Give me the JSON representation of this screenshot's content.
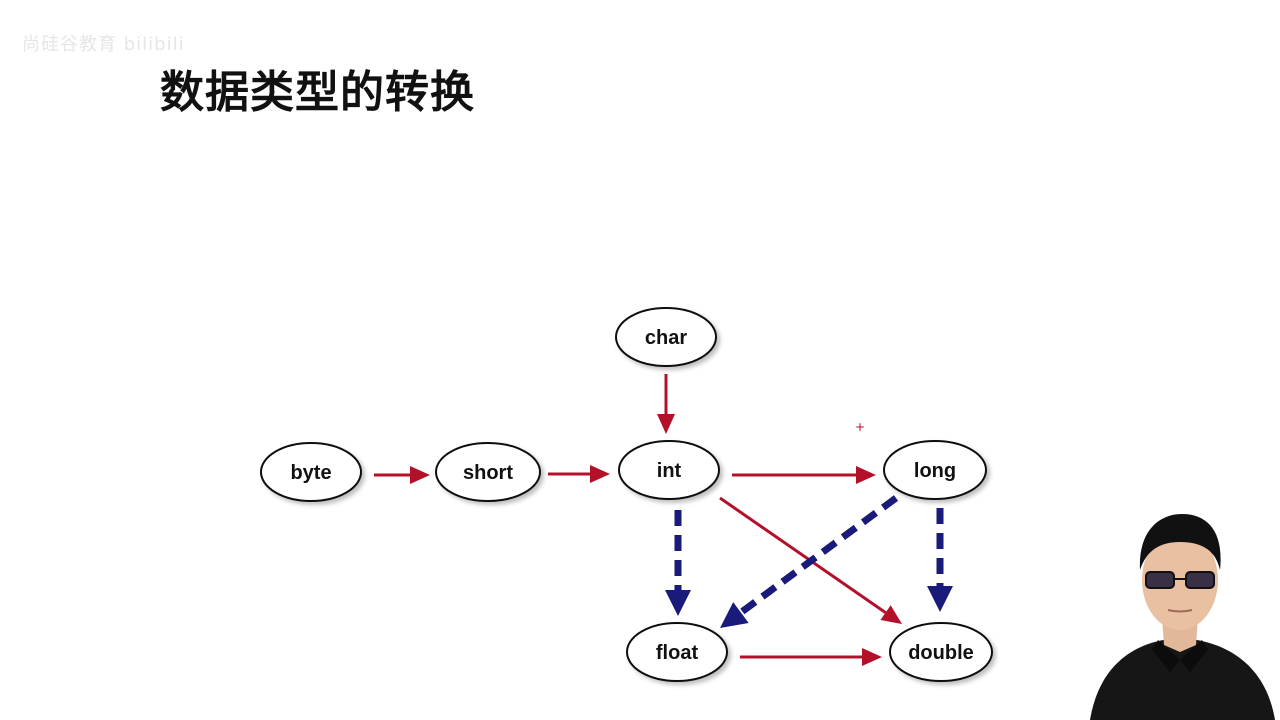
{
  "watermark": "尚硅谷教育 bilibili",
  "title": "数据类型的转换",
  "colors": {
    "node_stroke": "#111111",
    "solid_arrow": "#b3102a",
    "dashed_arrow": "#1a1a7a"
  },
  "nodes": [
    {
      "id": "char",
      "label": "char"
    },
    {
      "id": "byte",
      "label": "byte"
    },
    {
      "id": "short",
      "label": "short"
    },
    {
      "id": "int",
      "label": "int"
    },
    {
      "id": "long",
      "label": "long"
    },
    {
      "id": "float",
      "label": "float"
    },
    {
      "id": "double",
      "label": "double"
    }
  ],
  "edges": [
    {
      "from": "byte",
      "to": "short",
      "style": "solid"
    },
    {
      "from": "short",
      "to": "int",
      "style": "solid"
    },
    {
      "from": "char",
      "to": "int",
      "style": "solid"
    },
    {
      "from": "int",
      "to": "long",
      "style": "solid"
    },
    {
      "from": "int",
      "to": "double",
      "style": "solid"
    },
    {
      "from": "float",
      "to": "double",
      "style": "solid"
    },
    {
      "from": "int",
      "to": "float",
      "style": "dashed"
    },
    {
      "from": "long",
      "to": "float",
      "style": "dashed"
    },
    {
      "from": "long",
      "to": "double",
      "style": "dashed"
    }
  ],
  "presenter": {
    "image": "presenter-photo"
  }
}
